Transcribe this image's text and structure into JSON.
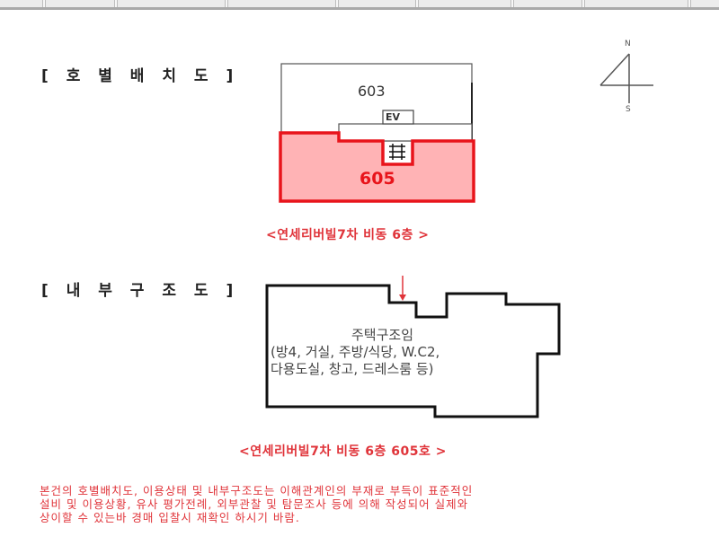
{
  "toolbar": {
    "separators_x": [
      48,
      128,
      251,
      374,
      463,
      569,
      648,
      766
    ]
  },
  "floor_layout": {
    "title": "[ 호 별 배 치 도 ]",
    "units": {
      "upper_unit": "603",
      "elevator": "EV",
      "stairs_icon": "stairs-icon",
      "subject_unit": "605"
    },
    "compass": {
      "north": "N",
      "south": "S"
    },
    "caption": "<연세리버빌7차 비동 6층 >"
  },
  "interior_structure": {
    "title": "[ 내 부 구 조 도 ]",
    "structure_type": "주택구조임",
    "rooms_line1": "(방4, 거실, 주방/식당, W.C2,",
    "rooms_line2": "다용도실, 창고, 드레스룸 등)",
    "caption": "<연세리버빌7차 비동 6층 605호 >"
  },
  "disclaimer": {
    "lines": [
      "본건의 호별배치도, 이용상태 및 내부구조도는 이해관계인의 부재로 부득이 표준적인",
      "설비 및 이용상황, 유사 평가전례, 외부관찰 및 탐문조사 등에 의해 작성되어 실제와",
      "상이할 수 있는바 경매 입찰시 재확인 하시기 바람."
    ]
  },
  "colors": {
    "highlight_fill": "#ffb3b5",
    "highlight_border": "#e8141b",
    "caption_red": "#e0343a",
    "outline": "#111111"
  }
}
